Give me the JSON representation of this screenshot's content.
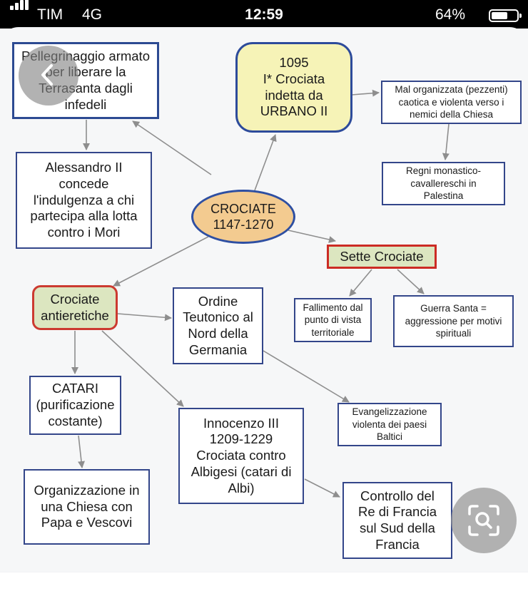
{
  "status_bar": {
    "carrier": "TIM",
    "network": "4G",
    "time": "12:59",
    "battery": "64%",
    "battery_level": 0.64
  },
  "viewer": {
    "back_icon": "chevron-left-icon",
    "lens_icon": "image-search-icon"
  },
  "concept_map": {
    "center": "CROCIATE\n1147-1270",
    "pellegrinaggio": "Pellegrinaggio armato\nper liberare la\nTerrasanta dagli\ninfedeli",
    "alessandro": "Alessandro II\nconcede\nl'indulgenza a chi\npartecipa alla lotta\ncontro i Mori",
    "prima_crociata": "1095\nI* Crociata\nindetta da\nURBANO II",
    "mal_organizzata": "Mal organizzata (pezzenti)\ncaotica e violenta verso i\nnemici della Chiesa",
    "regni": "Regni monastico-\ncavallereschi in\nPalestina",
    "sette_crociate": "Sette Crociate",
    "fallimento": "Fallimento dal\npunto di vista\nterritoriale",
    "guerra_santa": "Guerra Santa =\naggressione per motivi\nspirituali",
    "antieretiche": "Crociate\nantieretiche",
    "ordine_teutonico": "Ordine\nTeutonico al\nNord della\nGermania",
    "evangelizzazione": "Evangelizzazione\nviolenta dei paesi\nBaltici",
    "catari": "CATARI\n(purificazione\ncostante)",
    "organizzazione": "Organizzazione in\nuna Chiesa con\nPapa e Vescovi",
    "innocenzo": "Innocenzo III\n1209-1229\nCrociata contro\nAlbigesi (catari di\nAlbi)",
    "controllo": "Controllo del\nRe di Francia\nsul Sud della\nFrancia"
  },
  "colors": {
    "node_border_blue": "#33468a",
    "oval_fill": "#f3cb90",
    "highlight_yellow": "#f6f3b7",
    "red_border": "#cc3a30",
    "green_fill": "#dce6c0",
    "arrow_gray": "#8e8e8e"
  }
}
